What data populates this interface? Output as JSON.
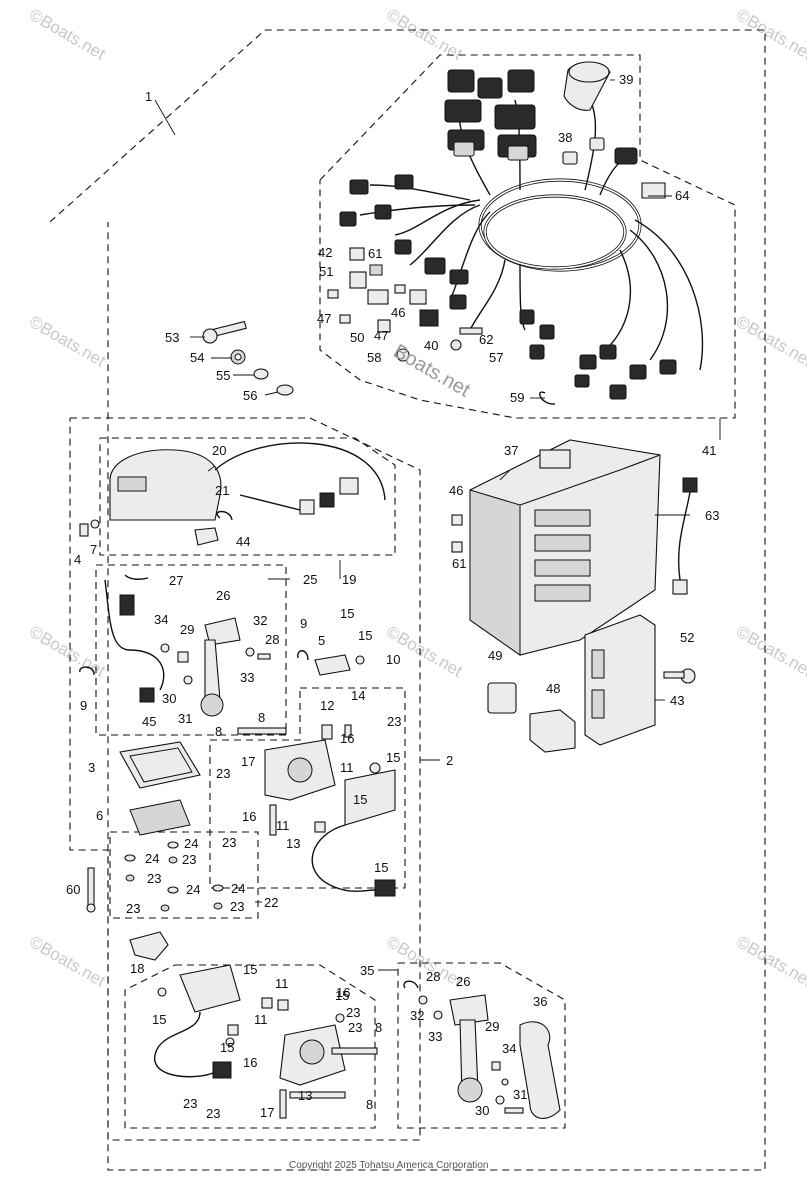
{
  "diagram": {
    "copyright": "Copyright 2025 Tohatsu America Corporation",
    "watermark": "©Boats.net",
    "center_watermark": "Boats.net",
    "parts": [
      {
        "id": "1",
        "label": "1"
      },
      {
        "id": "2",
        "label": "2"
      },
      {
        "id": "3",
        "label": "3"
      },
      {
        "id": "4",
        "label": "4"
      },
      {
        "id": "5",
        "label": "5"
      },
      {
        "id": "6",
        "label": "6"
      },
      {
        "id": "7",
        "label": "7"
      },
      {
        "id": "8a",
        "label": "8"
      },
      {
        "id": "8b",
        "label": "8"
      },
      {
        "id": "8c",
        "label": "8"
      },
      {
        "id": "8d",
        "label": "8"
      },
      {
        "id": "9a",
        "label": "9"
      },
      {
        "id": "9b",
        "label": "9"
      },
      {
        "id": "10",
        "label": "10"
      },
      {
        "id": "11a",
        "label": "11"
      },
      {
        "id": "11b",
        "label": "11"
      },
      {
        "id": "11c",
        "label": "11"
      },
      {
        "id": "11d",
        "label": "11"
      },
      {
        "id": "12",
        "label": "12"
      },
      {
        "id": "13a",
        "label": "13"
      },
      {
        "id": "13b",
        "label": "13"
      },
      {
        "id": "14",
        "label": "14"
      },
      {
        "id": "15a",
        "label": "15"
      },
      {
        "id": "15b",
        "label": "15"
      },
      {
        "id": "15c",
        "label": "15"
      },
      {
        "id": "15d",
        "label": "15"
      },
      {
        "id": "15e",
        "label": "15"
      },
      {
        "id": "15f",
        "label": "15"
      },
      {
        "id": "15g",
        "label": "15"
      },
      {
        "id": "15h",
        "label": "15"
      },
      {
        "id": "15i",
        "label": "15"
      },
      {
        "id": "16a",
        "label": "16"
      },
      {
        "id": "16b",
        "label": "16"
      },
      {
        "id": "16c",
        "label": "16"
      },
      {
        "id": "16d",
        "label": "16"
      },
      {
        "id": "17a",
        "label": "17"
      },
      {
        "id": "17b",
        "label": "17"
      },
      {
        "id": "18",
        "label": "18"
      },
      {
        "id": "19",
        "label": "19"
      },
      {
        "id": "20",
        "label": "20"
      },
      {
        "id": "21",
        "label": "21"
      },
      {
        "id": "22",
        "label": "22"
      },
      {
        "id": "23a",
        "label": "23"
      },
      {
        "id": "23b",
        "label": "23"
      },
      {
        "id": "23c",
        "label": "23"
      },
      {
        "id": "23d",
        "label": "23"
      },
      {
        "id": "23e",
        "label": "23"
      },
      {
        "id": "23f",
        "label": "23"
      },
      {
        "id": "23g",
        "label": "23"
      },
      {
        "id": "23h",
        "label": "23"
      },
      {
        "id": "23i",
        "label": "23"
      },
      {
        "id": "23j",
        "label": "23"
      },
      {
        "id": "23k",
        "label": "23"
      },
      {
        "id": "24a",
        "label": "24"
      },
      {
        "id": "24b",
        "label": "24"
      },
      {
        "id": "24c",
        "label": "24"
      },
      {
        "id": "24d",
        "label": "24"
      },
      {
        "id": "25",
        "label": "25"
      },
      {
        "id": "26a",
        "label": "26"
      },
      {
        "id": "26b",
        "label": "26"
      },
      {
        "id": "27",
        "label": "27"
      },
      {
        "id": "28a",
        "label": "28"
      },
      {
        "id": "28b",
        "label": "28"
      },
      {
        "id": "29a",
        "label": "29"
      },
      {
        "id": "29b",
        "label": "29"
      },
      {
        "id": "30a",
        "label": "30"
      },
      {
        "id": "30b",
        "label": "30"
      },
      {
        "id": "31a",
        "label": "31"
      },
      {
        "id": "31b",
        "label": "31"
      },
      {
        "id": "32a",
        "label": "32"
      },
      {
        "id": "32b",
        "label": "32"
      },
      {
        "id": "33a",
        "label": "33"
      },
      {
        "id": "33b",
        "label": "33"
      },
      {
        "id": "34a",
        "label": "34"
      },
      {
        "id": "34b",
        "label": "34"
      },
      {
        "id": "35",
        "label": "35"
      },
      {
        "id": "36",
        "label": "36"
      },
      {
        "id": "37",
        "label": "37"
      },
      {
        "id": "38",
        "label": "38"
      },
      {
        "id": "39",
        "label": "39"
      },
      {
        "id": "40",
        "label": "40"
      },
      {
        "id": "41",
        "label": "41"
      },
      {
        "id": "42",
        "label": "42"
      },
      {
        "id": "43",
        "label": "43"
      },
      {
        "id": "44",
        "label": "44"
      },
      {
        "id": "45",
        "label": "45"
      },
      {
        "id": "46a",
        "label": "46"
      },
      {
        "id": "46b",
        "label": "46"
      },
      {
        "id": "47a",
        "label": "47"
      },
      {
        "id": "47b",
        "label": "47"
      },
      {
        "id": "48",
        "label": "48"
      },
      {
        "id": "49",
        "label": "49"
      },
      {
        "id": "50",
        "label": "50"
      },
      {
        "id": "51",
        "label": "51"
      },
      {
        "id": "52",
        "label": "52"
      },
      {
        "id": "53",
        "label": "53"
      },
      {
        "id": "54",
        "label": "54"
      },
      {
        "id": "55",
        "label": "55"
      },
      {
        "id": "56",
        "label": "56"
      },
      {
        "id": "57",
        "label": "57"
      },
      {
        "id": "58",
        "label": "58"
      },
      {
        "id": "59",
        "label": "59"
      },
      {
        "id": "60",
        "label": "60"
      },
      {
        "id": "61a",
        "label": "61"
      },
      {
        "id": "61b",
        "label": "61"
      },
      {
        "id": "62",
        "label": "62"
      },
      {
        "id": "63",
        "label": "63"
      },
      {
        "id": "64",
        "label": "64"
      }
    ]
  }
}
